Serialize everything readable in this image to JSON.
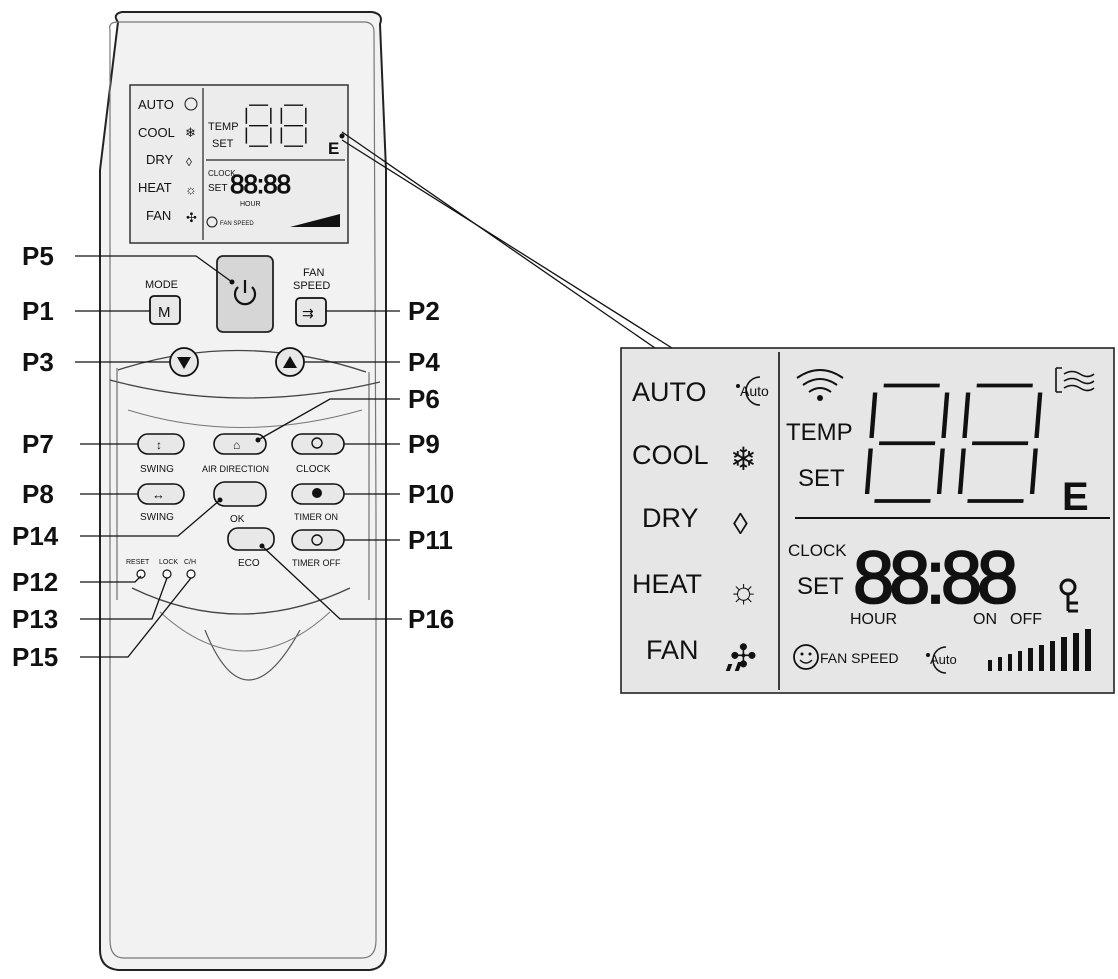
{
  "callouts": [
    {
      "id": "P5",
      "label": "P5"
    },
    {
      "id": "P1",
      "label": "P1"
    },
    {
      "id": "P2",
      "label": "P2"
    },
    {
      "id": "P3",
      "label": "P3"
    },
    {
      "id": "P4",
      "label": "P4"
    },
    {
      "id": "P6",
      "label": "P6"
    },
    {
      "id": "P7",
      "label": "P7"
    },
    {
      "id": "P9",
      "label": "P9"
    },
    {
      "id": "P8",
      "label": "P8"
    },
    {
      "id": "P10",
      "label": "P10"
    },
    {
      "id": "P14",
      "label": "P14"
    },
    {
      "id": "P11",
      "label": "P11"
    },
    {
      "id": "P12",
      "label": "P12"
    },
    {
      "id": "P13",
      "label": "P13"
    },
    {
      "id": "P16",
      "label": "P16"
    },
    {
      "id": "P15",
      "label": "P15"
    }
  ],
  "remote": {
    "button_labels": {
      "mode": "MODE",
      "mode_key": "M",
      "fan_speed_line1": "FAN",
      "fan_speed_line2": "SPEED",
      "swing_vertical": "SWING",
      "air_direction": "AIR DIRECTION",
      "clock": "CLOCK",
      "swing_horizontal": "SWING",
      "ok": "OK",
      "timer_on": "TIMER ON",
      "eco": "ECO",
      "timer_off": "TIMER OFF",
      "reset": "RESET",
      "lock": "LOCK",
      "ch": "C/H"
    }
  },
  "lcd": {
    "modes": [
      "AUTO",
      "COOL",
      "DRY",
      "HEAT",
      "FAN"
    ],
    "auto_icon_text": "Auto",
    "temp_label": "TEMP",
    "set_label": "SET",
    "temp_digits": "88",
    "e_label": "E",
    "clock_label": "CLOCK",
    "clock_set_label": "SET",
    "clock_digits": "88:88",
    "hour_label": "HOUR",
    "on_label": "ON",
    "off_label": "OFF",
    "fan_speed_label": "FAN SPEED",
    "fan_auto_text": "Auto"
  }
}
